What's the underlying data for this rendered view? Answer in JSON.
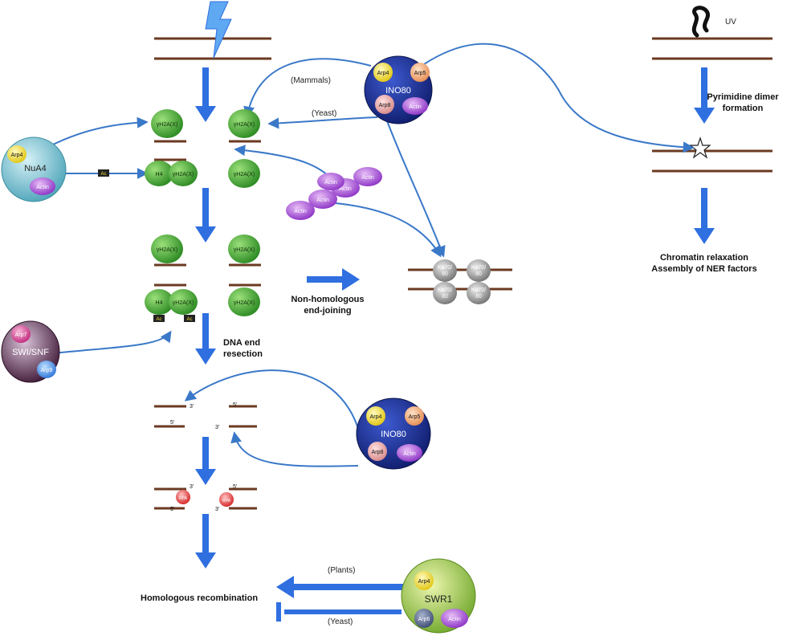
{
  "labels": {
    "uv": "UV",
    "pyrimidine": [
      "Pyrimidine dimer",
      "formation"
    ],
    "chromatin": [
      "Chromatin relaxation",
      "Assembly of NER factors"
    ],
    "nhej": [
      "Non-homologous",
      "end-joining"
    ],
    "resection": [
      "DNA end",
      "resection"
    ],
    "hr": "Homologous recombination",
    "mammals": "(Mammals)",
    "yeast": "(Yeast)",
    "plants": "(Plants)",
    "yeast2": "(Yeast)"
  },
  "complexes": {
    "ino80_top": {
      "name": "INO80",
      "subunits": [
        "Arp4",
        "Arp5",
        "Arp8",
        "Actin"
      ]
    },
    "ino80_bottom": {
      "name": "INO80",
      "subunits": [
        "Arp4",
        "Arp5",
        "Arp8",
        "Actin"
      ]
    },
    "nua4": {
      "name": "NuA4",
      "subunits": [
        "Arp4",
        "Actin"
      ]
    },
    "swisnf": {
      "name": "SWI/SNF",
      "subunits": [
        "Arp7",
        "Arp9"
      ]
    },
    "swr1": {
      "name": "SWR1",
      "subunits": [
        "Arp4",
        "Arp6",
        "Actin"
      ]
    }
  },
  "histones": {
    "h2ax": "γH2A(X)",
    "h4": "H4",
    "ac": "Ac"
  },
  "actin_filament": [
    "Actin",
    "Actin",
    "Actin",
    "Actin",
    "Actin"
  ],
  "ku": {
    "top_left": [
      "Ku70/",
      "80"
    ],
    "top_right": [
      "Ku70/",
      "80"
    ],
    "bottom_left": [
      "Ku70/",
      "80"
    ],
    "bottom_right": [
      "Ku70/",
      "80"
    ]
  },
  "strands": {
    "three_prime": "3'",
    "five_prime": "5'"
  },
  "rpa": "RPA",
  "colors": {
    "dna": "#6b3a22",
    "arrow": "#2f6fe0",
    "connector": "#3a78c8",
    "histone": "#3aa33a",
    "ino80": "#1a2c8a",
    "nua4": "#5fb3c4",
    "swisnf": "#5a2a4a",
    "swr1": "#8cbf3a",
    "actin": "#a64ad8",
    "arp4": "#f5e23a",
    "arp5": "#f0a070",
    "arp8": "#e8a0a0",
    "rpa": "#e83a3a",
    "ku": "#9a9a9a"
  }
}
